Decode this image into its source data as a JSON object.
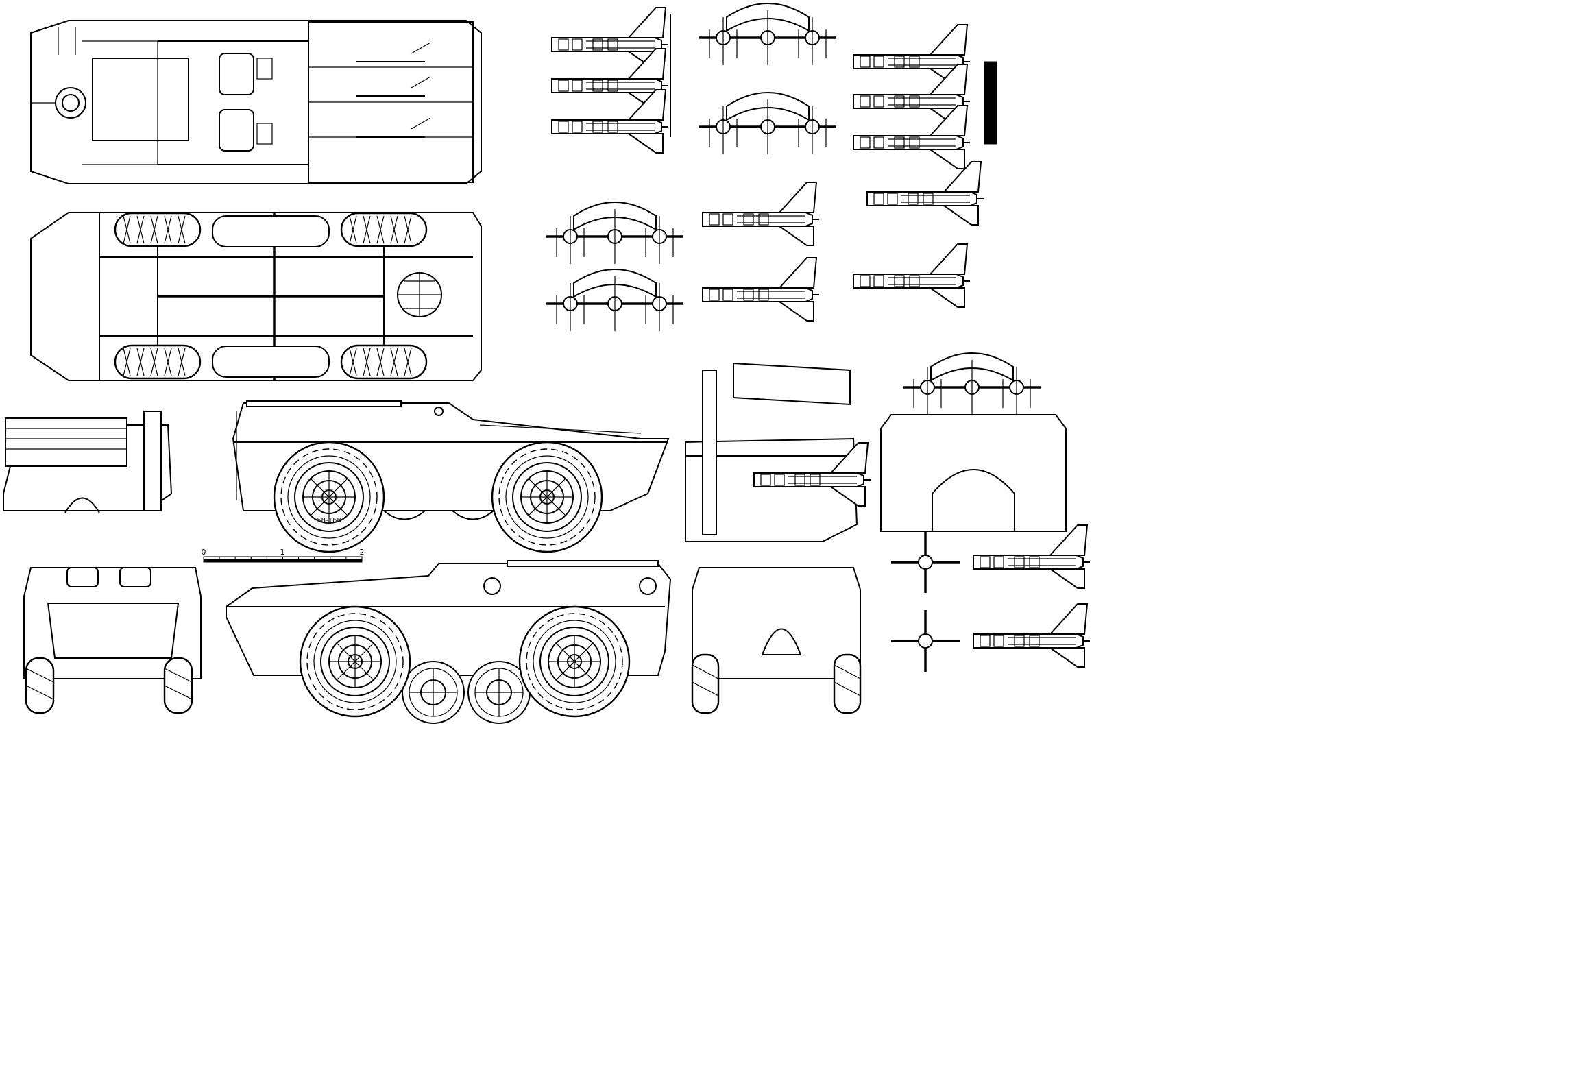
{
  "scale_bar": {
    "labels": [
      "0",
      "1",
      "2"
    ],
    "segments": 10
  },
  "side_marking": {
    "text": "58-168"
  }
}
